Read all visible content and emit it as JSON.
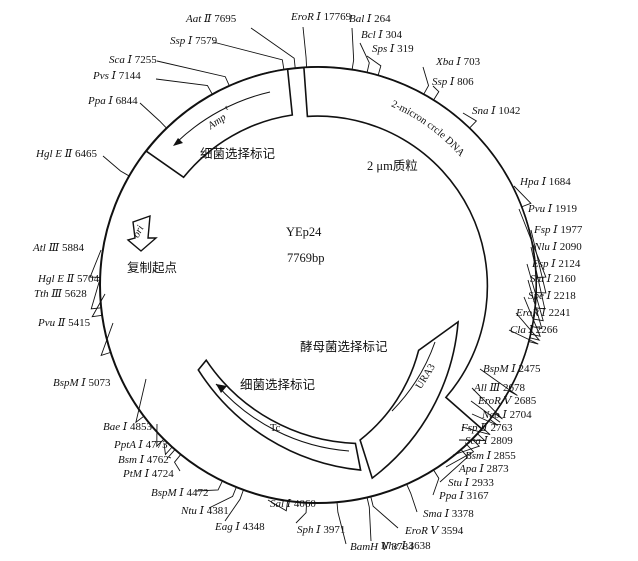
{
  "plasmid": {
    "name": "YEp24",
    "size": "7769bp"
  },
  "features": {
    "ori_label": "ori",
    "replication_origin": "复制起点",
    "micron_region": "2 μm质粒",
    "micron_arc_label": "2-micron crcle DNA",
    "bacteria_marker_top": "细菌选择标记",
    "bacteria_marker_bottom": "细菌选择标记",
    "yeast_marker": "酵母菌选择标记",
    "amp_label": "Amp",
    "amp_superscript": "r",
    "ura3_label": "URA3",
    "tc_label": "Tc"
  },
  "sites": [
    {
      "enzyme": "EroR Ⅰ",
      "pos": "17769"
    },
    {
      "enzyme": "Bal Ⅰ",
      "pos": "264"
    },
    {
      "enzyme": "Bcl Ⅰ",
      "pos": "304"
    },
    {
      "enzyme": "Sps Ⅰ",
      "pos": "319"
    },
    {
      "enzyme": "Xba Ⅰ",
      "pos": "703"
    },
    {
      "enzyme": "Ssp Ⅰ",
      "pos": "806"
    },
    {
      "enzyme": "Sna Ⅰ",
      "pos": "1042"
    },
    {
      "enzyme": "Hpa Ⅰ",
      "pos": "1684"
    },
    {
      "enzyme": "Pvu Ⅰ",
      "pos": "1919"
    },
    {
      "enzyme": "Fsp Ⅰ",
      "pos": "1977"
    },
    {
      "enzyme": "Nlu Ⅰ",
      "pos": "2090"
    },
    {
      "enzyme": "Esp Ⅰ",
      "pos": "2124"
    },
    {
      "enzyme": "Stu Ⅰ",
      "pos": "2160"
    },
    {
      "enzyme": "Spe Ⅰ",
      "pos": "2218"
    },
    {
      "enzyme": "EroR Ⅰ",
      "pos": "2241"
    },
    {
      "enzyme": "Cla Ⅰ",
      "pos": "2266"
    },
    {
      "enzyme": "BspM Ⅰ",
      "pos": "2475"
    },
    {
      "enzyme": "All Ⅲ",
      "pos": "2678"
    },
    {
      "enzyme": "EroR Ⅴ",
      "pos": "2685"
    },
    {
      "enzyme": "Nco Ⅰ",
      "pos": "2704"
    },
    {
      "enzyme": "Fsp Ⅱ",
      "pos": "2763"
    },
    {
      "enzyme": "Sca Ⅰ",
      "pos": "2809"
    },
    {
      "enzyme": "Bsm Ⅰ",
      "pos": "2855"
    },
    {
      "enzyme": "Apa Ⅰ",
      "pos": "2873"
    },
    {
      "enzyme": "Stu Ⅰ",
      "pos": "2933"
    },
    {
      "enzyme": "Ppa Ⅰ",
      "pos": "3167"
    },
    {
      "enzyme": "Sma Ⅰ",
      "pos": "3378"
    },
    {
      "enzyme": "EroR Ⅴ",
      "pos": "3594"
    },
    {
      "enzyme": "Nhe Ⅰ",
      "pos": "3638"
    },
    {
      "enzyme": "BamH Ⅴ",
      "pos": "3784"
    },
    {
      "enzyme": "Sph Ⅰ",
      "pos": "3971"
    },
    {
      "enzyme": "Sal Ⅰ",
      "pos": "4060"
    },
    {
      "enzyme": "Eag Ⅰ",
      "pos": "4348"
    },
    {
      "enzyme": "Ntu Ⅰ",
      "pos": "4381"
    },
    {
      "enzyme": "BspM Ⅰ",
      "pos": "4472"
    },
    {
      "enzyme": "PtM Ⅰ",
      "pos": "4724"
    },
    {
      "enzyme": "Bsm Ⅰ",
      "pos": "4762"
    },
    {
      "enzyme": "PptA Ⅰ",
      "pos": "4773"
    },
    {
      "enzyme": "Bae Ⅰ",
      "pos": "4853"
    },
    {
      "enzyme": "BspM Ⅰ",
      "pos": "5073"
    },
    {
      "enzyme": "Pvu Ⅱ",
      "pos": "5415"
    },
    {
      "enzyme": "Tth Ⅲ",
      "pos": "5628"
    },
    {
      "enzyme": "Hgl E Ⅱ",
      "pos": "5704"
    },
    {
      "enzyme": "Atl Ⅲ",
      "pos": "5884"
    },
    {
      "enzyme": "Hgl E Ⅱ",
      "pos": "6465"
    },
    {
      "enzyme": "Ppa Ⅰ",
      "pos": "6844"
    },
    {
      "enzyme": "Pvs Ⅰ",
      "pos": "7144"
    },
    {
      "enzyme": "Sca Ⅰ",
      "pos": "7255"
    },
    {
      "enzyme": "Ssp Ⅰ",
      "pos": "7579"
    },
    {
      "enzyme": "Aat Ⅱ",
      "pos": "7695"
    }
  ]
}
